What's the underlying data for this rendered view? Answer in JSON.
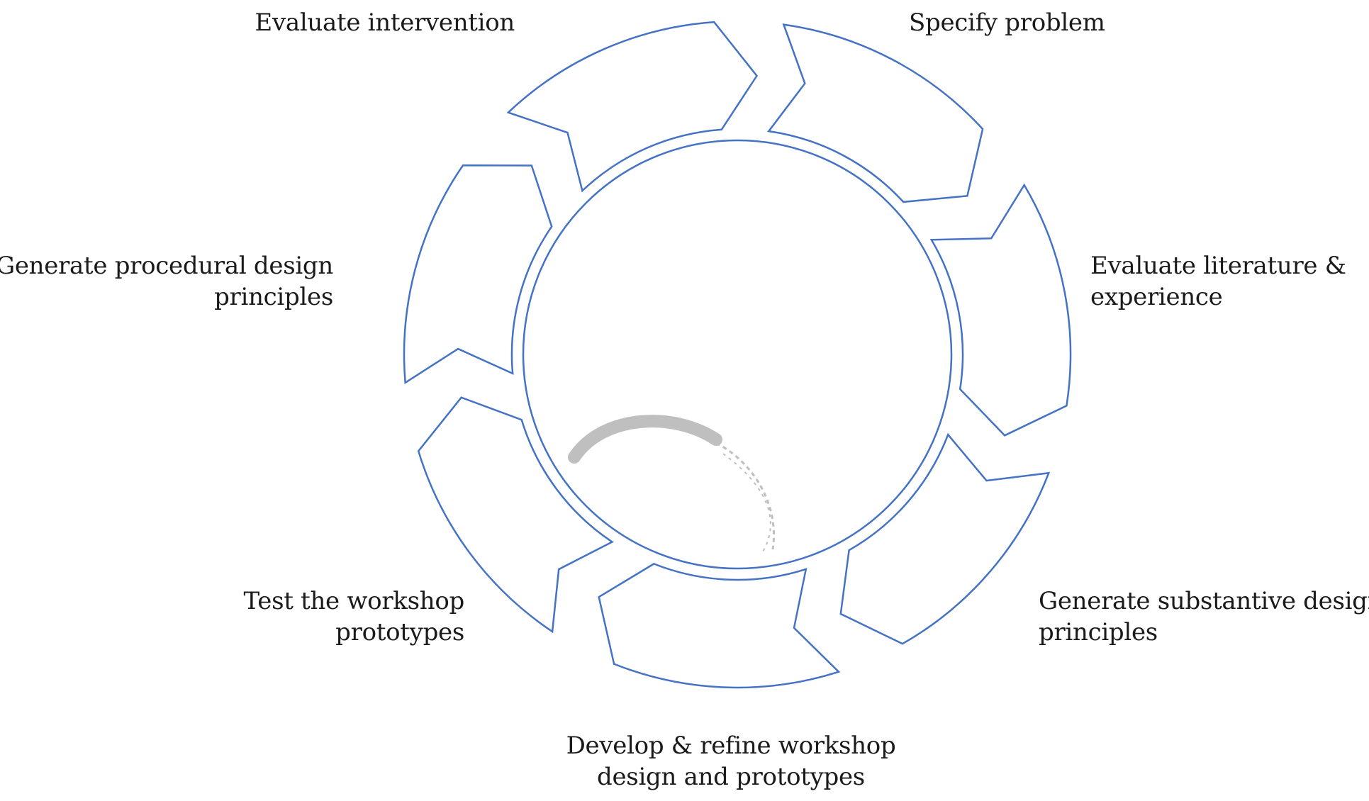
{
  "diagram": {
    "stroke_color": "#4472c4",
    "ghost_color": "#bfbfbf",
    "steps": [
      {
        "id": "specify-problem",
        "lines": [
          "Specify problem"
        ]
      },
      {
        "id": "evaluate-literature",
        "lines": [
          "Evaluate literature &",
          "experience"
        ]
      },
      {
        "id": "generate-substantive",
        "lines": [
          "Generate substantive design",
          "principles"
        ]
      },
      {
        "id": "develop-refine",
        "lines": [
          "Develop & refine workshop",
          "design and prototypes"
        ]
      },
      {
        "id": "test-prototypes",
        "lines": [
          "Test the workshop",
          "prototypes"
        ]
      },
      {
        "id": "generate-procedural",
        "lines": [
          "Generate procedural design",
          "principles"
        ]
      },
      {
        "id": "evaluate-intervention",
        "lines": [
          "Evaluate intervention"
        ]
      }
    ]
  }
}
